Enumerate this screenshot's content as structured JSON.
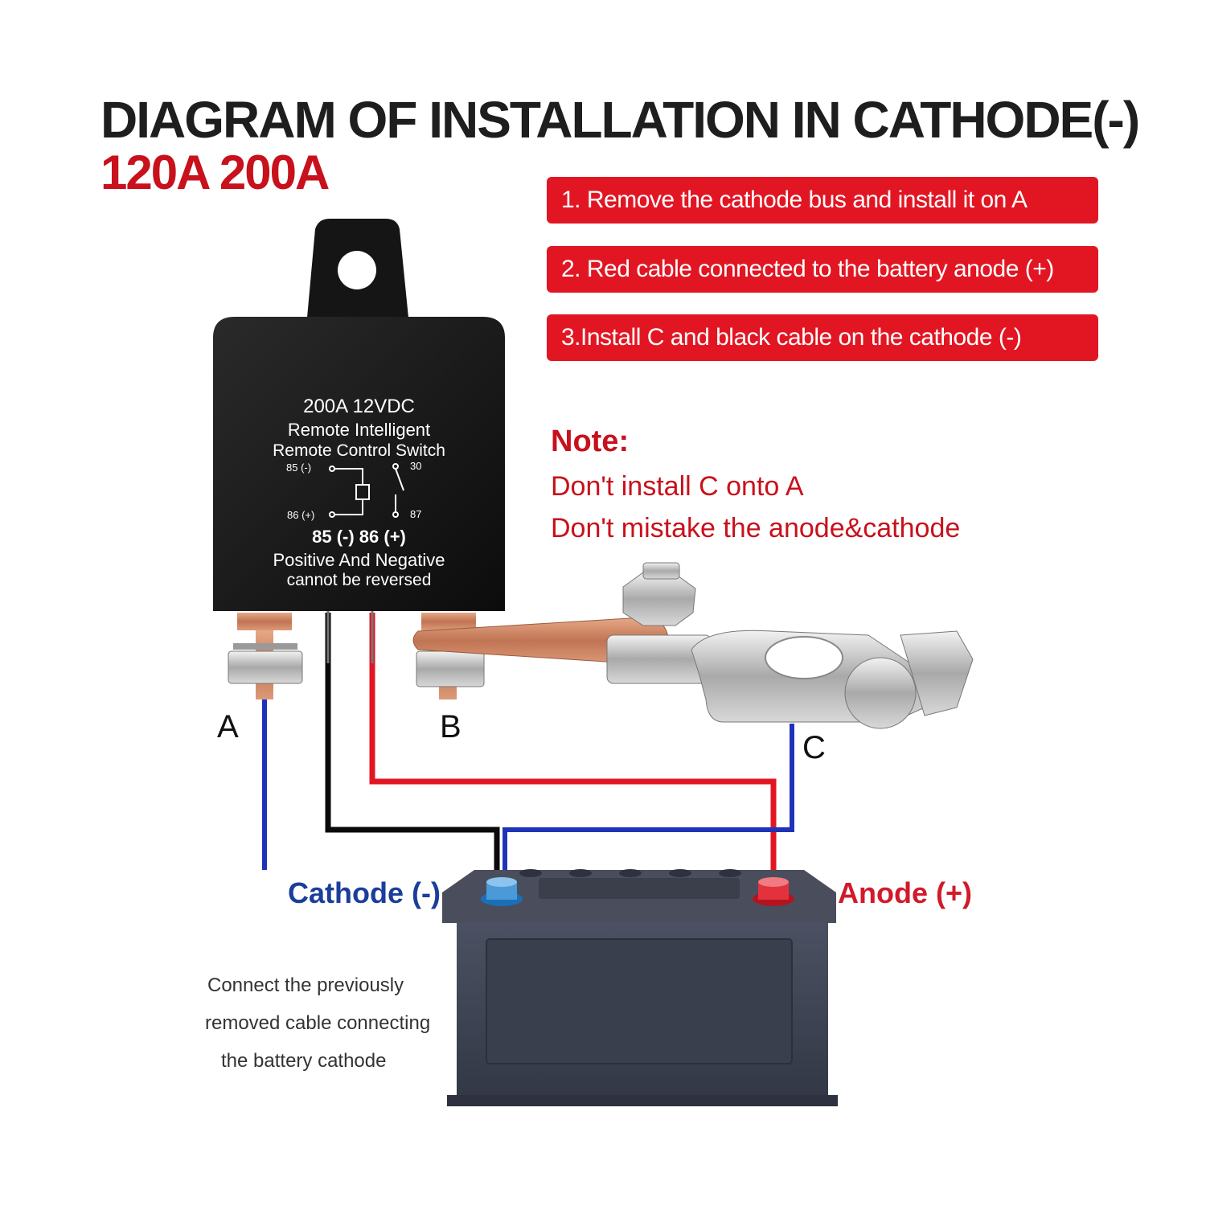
{
  "header": {
    "title": "DIAGRAM OF INSTALLATION IN CATHODE(-)",
    "subtitle": "120A 200A"
  },
  "steps": [
    "1. Remove the cathode bus and install it on A",
    "2. Red cable connected to the battery anode (+)",
    "3.Install C and black cable on the cathode (-)"
  ],
  "note": {
    "title": "Note:",
    "lines": [
      "Don't install C onto A",
      "Don't mistake the anode&cathode"
    ]
  },
  "relay": {
    "rating": "200A  12VDC",
    "line1": "Remote Intelligent",
    "line2": "Remote  Control  Switch",
    "pin85_small": "85 (-)",
    "pin86_small": "86 (+)",
    "pin30": "30",
    "pin87": "87",
    "pins": "85  (-)   86  (+)",
    "warn1": "Positive And Negative",
    "warn2": "cannot be reversed"
  },
  "labels": {
    "a": "A",
    "b": "B",
    "c": "C"
  },
  "battery": {
    "cathode": "Cathode (-)",
    "anode": "Anode (+)"
  },
  "instruction": [
    "Connect the previously",
    "removed cable connecting",
    "the battery cathode"
  ],
  "colors": {
    "red": "#e21623",
    "blue": "#1b3d9b",
    "copper": "#c9835f"
  }
}
